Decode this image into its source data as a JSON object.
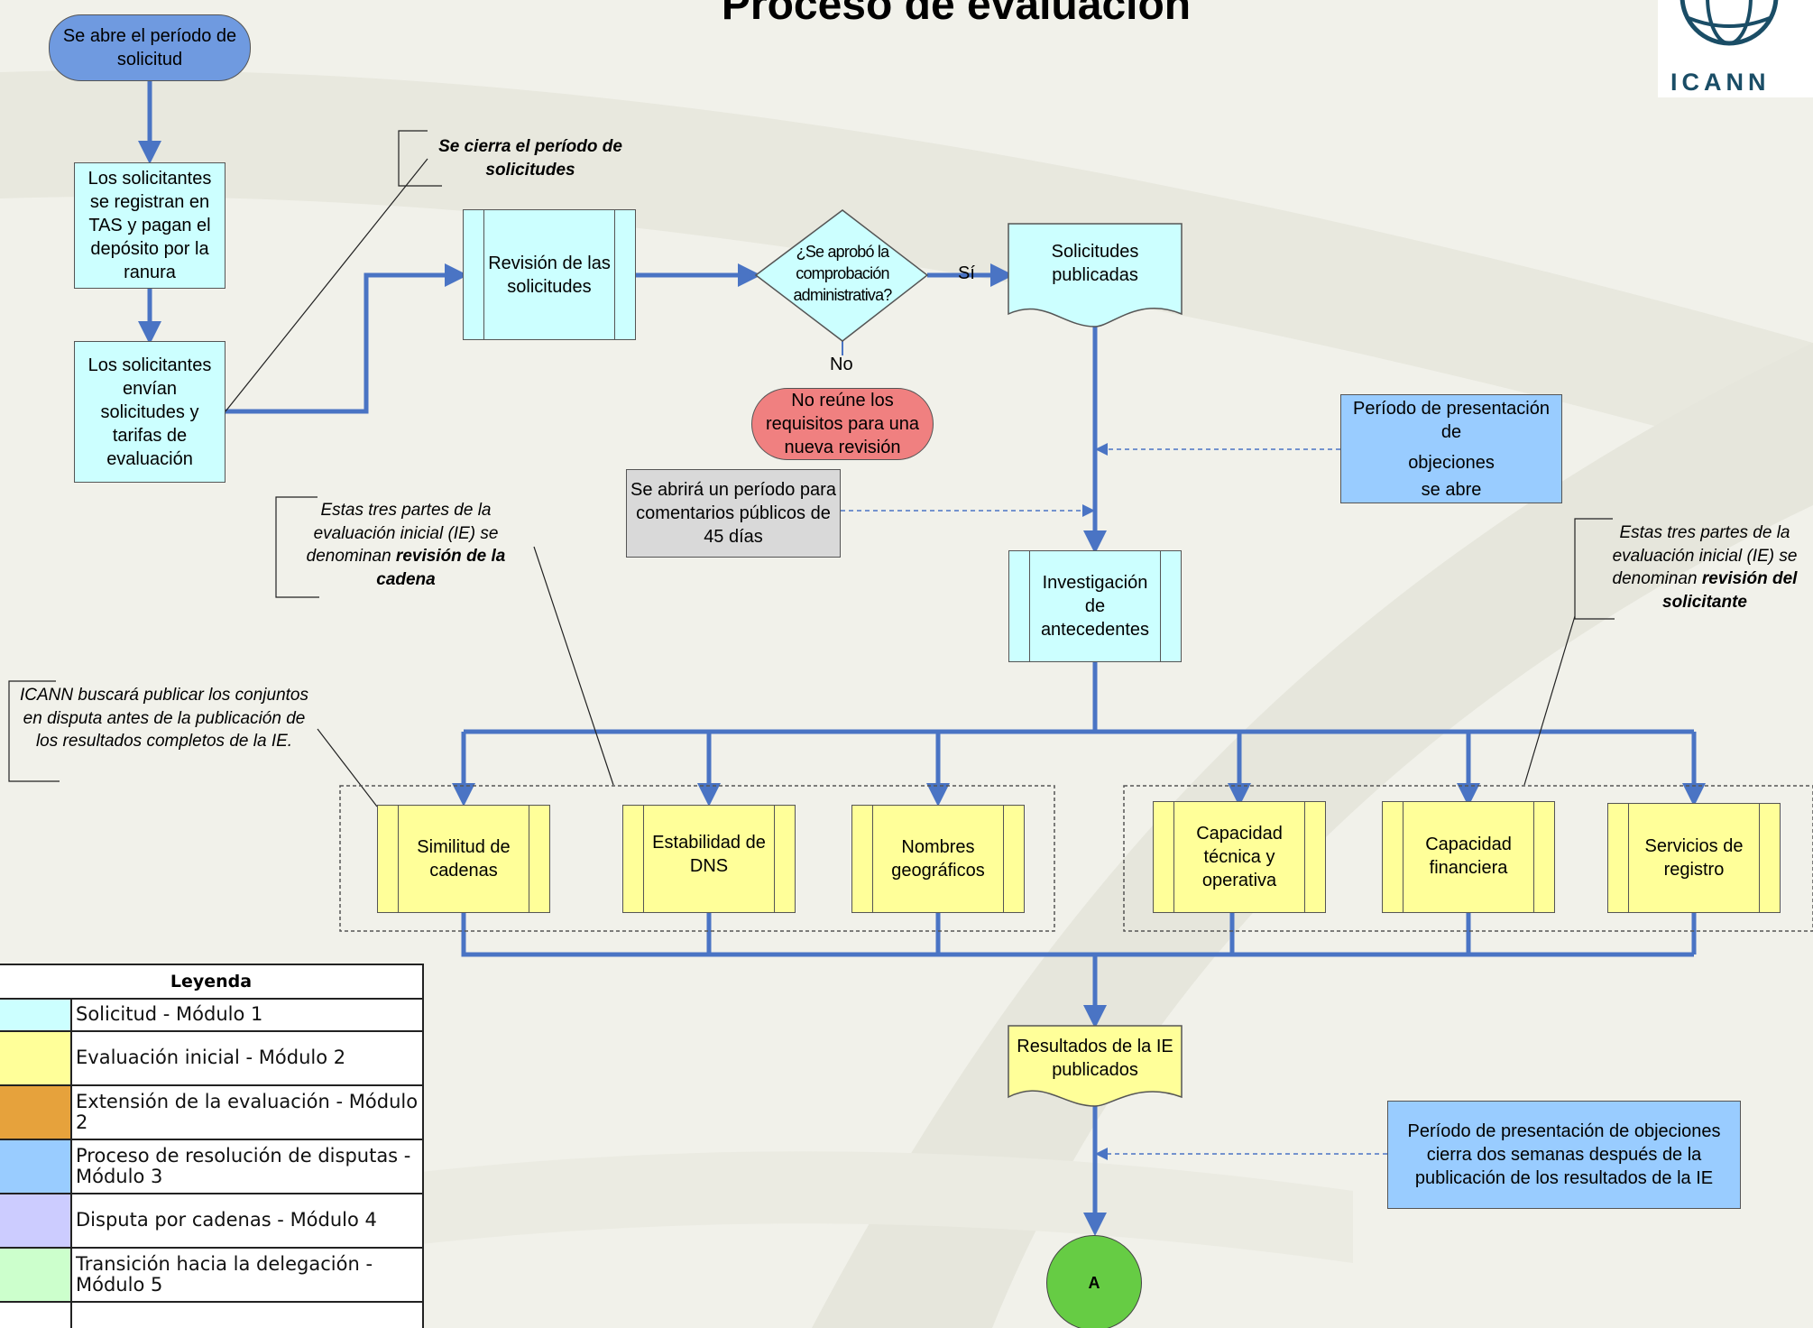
{
  "title": {
    "line2": "Proceso de evaluación"
  },
  "logo": {
    "text": "ICANN"
  },
  "nodes": {
    "start": "Se abre el período de solicitud",
    "register": "Los solicitantes se registran en TAS y pagan el depósito por la ranura",
    "submit": "Los solicitantes envían solicitudes y tarifas de evaluación",
    "review": "Revisión de las solicitudes",
    "decision": "¿Se aprobó la comprobación administrativa?",
    "published": "Solicitudes publicadas",
    "fail": "No reúne los requisitos para una nueva revisión",
    "objection_open_1": "Período de presentación de",
    "objection_open_2": "objeciones",
    "objection_open_3": "se abre",
    "comment_period": "Se abrirá un período para comentarios públicos de 45 días",
    "background": "Investigación de antecedentes",
    "string_similarity": "Similitud de cadenas",
    "dns_stability": "Estabilidad de DNS",
    "geo_names": "Nombres geográficos",
    "tech_capability": "Capacidad técnica y operativa",
    "fin_capability": "Capacidad financiera",
    "registry_services": "Servicios de registro",
    "ie_results": "Resultados de la IE publicados",
    "objection_close": "Período de presentación de objeciones cierra dos semanas después de la publicación de los resultados de la IE",
    "connector": "A"
  },
  "edge_labels": {
    "yes": "Sí",
    "no": "No"
  },
  "notes": {
    "close_period": "Se cierra el período de solicitudes",
    "string_review_pre": "Estas tres partes de la evaluación inicial (IE) se denominan ",
    "string_review_bold": "revisión de la cadena",
    "applicant_review_pre": "Estas tres partes de la evaluación inicial (IE) se denominan ",
    "applicant_review_bold": "revisión del solicitante",
    "contention": "ICANN buscará publicar los conjuntos en disputa antes de la publicación de los resultados completos de la IE."
  },
  "legend": {
    "title": "Leyenda",
    "items": [
      {
        "label": "Solicitud - Módulo 1",
        "color": "#ccffff"
      },
      {
        "label": "Evaluación inicial - Módulo 2",
        "color": "#ffff99"
      },
      {
        "label": "Extensión de la evaluación - Módulo 2",
        "color": "#e6a23c"
      },
      {
        "label": "Proceso de resolución de disputas - Módulo 3",
        "color": "#99ccff"
      },
      {
        "label": "Disputa por cadenas - Módulo 4",
        "color": "#ccccff"
      },
      {
        "label": "Transición hacia la delegación - Módulo 5",
        "color": "#ccffcc"
      }
    ]
  },
  "colors": {
    "flow": "#4a74c4",
    "start_fill": "#6f9ae0",
    "fail_fill": "#f08080"
  }
}
